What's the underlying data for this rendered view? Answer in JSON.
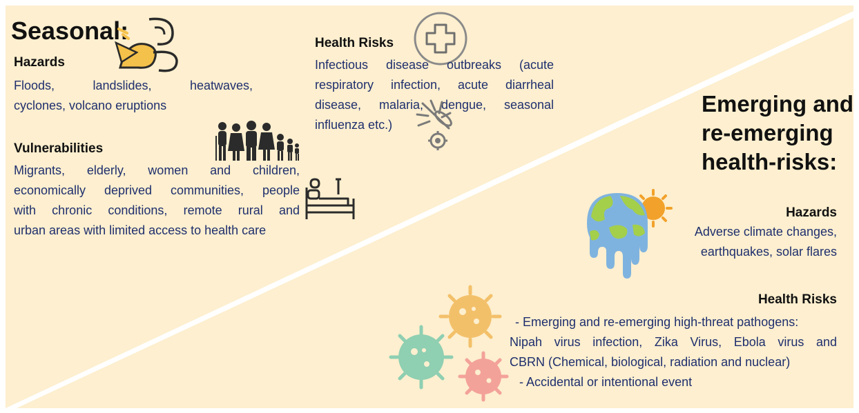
{
  "seasonal": {
    "title": "Seasonal:",
    "hazards": {
      "heading": "Hazards",
      "lines": [
        "Floods, landslides, heatwaves,",
        "cyclones, volcano eruptions"
      ]
    },
    "vulnerabilities": {
      "heading": "Vulnerabilities",
      "lines": [
        "Migrants, elderly, women and children,",
        "economically deprived communities, people",
        "with chronic conditions, remote rural and",
        "urban areas with limited access to health care"
      ]
    },
    "health_risks": {
      "heading": "Health Risks",
      "lines": [
        "Infectious disease outbreaks (acute",
        "respiratory infection, acute diarrheal",
        "disease, malaria, dengue, seasonal",
        "influenza etc.)"
      ]
    }
  },
  "emerging": {
    "title_lines": [
      "Emerging and",
      "re-emerging",
      "health-risks:"
    ],
    "hazards": {
      "heading": "Hazards",
      "lines": [
        "Adverse climate changes,",
        "earthquakes, solar flares"
      ]
    },
    "health_risks": {
      "heading": "Health Risks",
      "lines": [
        "- Emerging and re-emerging high-threat pathogens:",
        "Nipah virus infection, Zika Virus, Ebola virus and",
        "CBRN (Chemical, biological, radiation and nuclear)",
        "- Accidental or intentional event"
      ]
    }
  },
  "colors": {
    "background": "#fdefcf",
    "divider": "#ffffff",
    "heading": "#111111",
    "body_text": "#1f2f6e",
    "virus_yellow": "#f3c06a",
    "virus_teal": "#8fcfb2",
    "virus_pink": "#f3a29a",
    "globe_green": "#a4cf4a",
    "globe_blue": "#7fb3df",
    "sun_orange": "#f2a12a"
  },
  "icons": [
    "wind-storm-icon",
    "medical-cross-icon",
    "mosquito-icon",
    "family-group-icon",
    "hospital-bed-icon",
    "melting-globe-icon",
    "virus-icon"
  ]
}
